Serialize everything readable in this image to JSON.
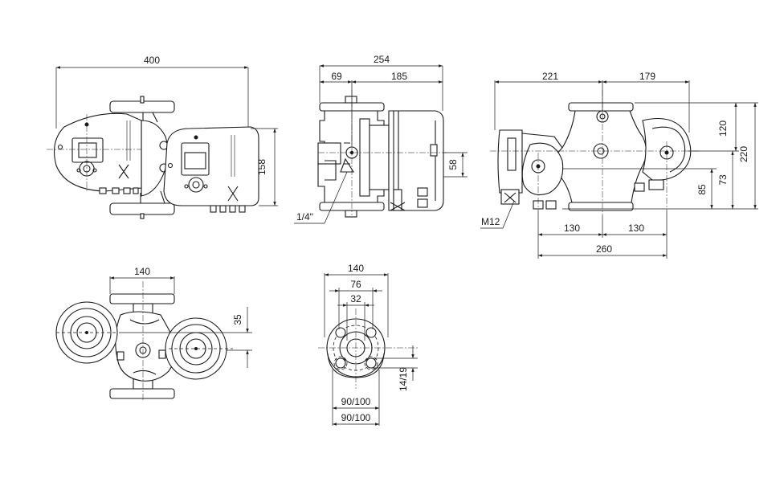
{
  "dimensions": {
    "front_width": "400",
    "front_height": "158",
    "side_total": "254",
    "side_left": "69",
    "side_right": "185",
    "side_58": "58",
    "thread": "1/4\"",
    "rear_221": "221",
    "rear_179": "179",
    "rear_120": "120",
    "rear_220": "220",
    "rear_73": "73",
    "rear_85": "85",
    "bolt": "M12",
    "rear_130a": "130",
    "rear_130b": "130",
    "rear_260": "260",
    "top_140": "140",
    "top_35": "35",
    "flange_140": "140",
    "flange_76": "76",
    "flange_32": "32",
    "flange_14_19": "14/19",
    "flange_90_100a": "90/100",
    "flange_90_100b": "90/100"
  }
}
